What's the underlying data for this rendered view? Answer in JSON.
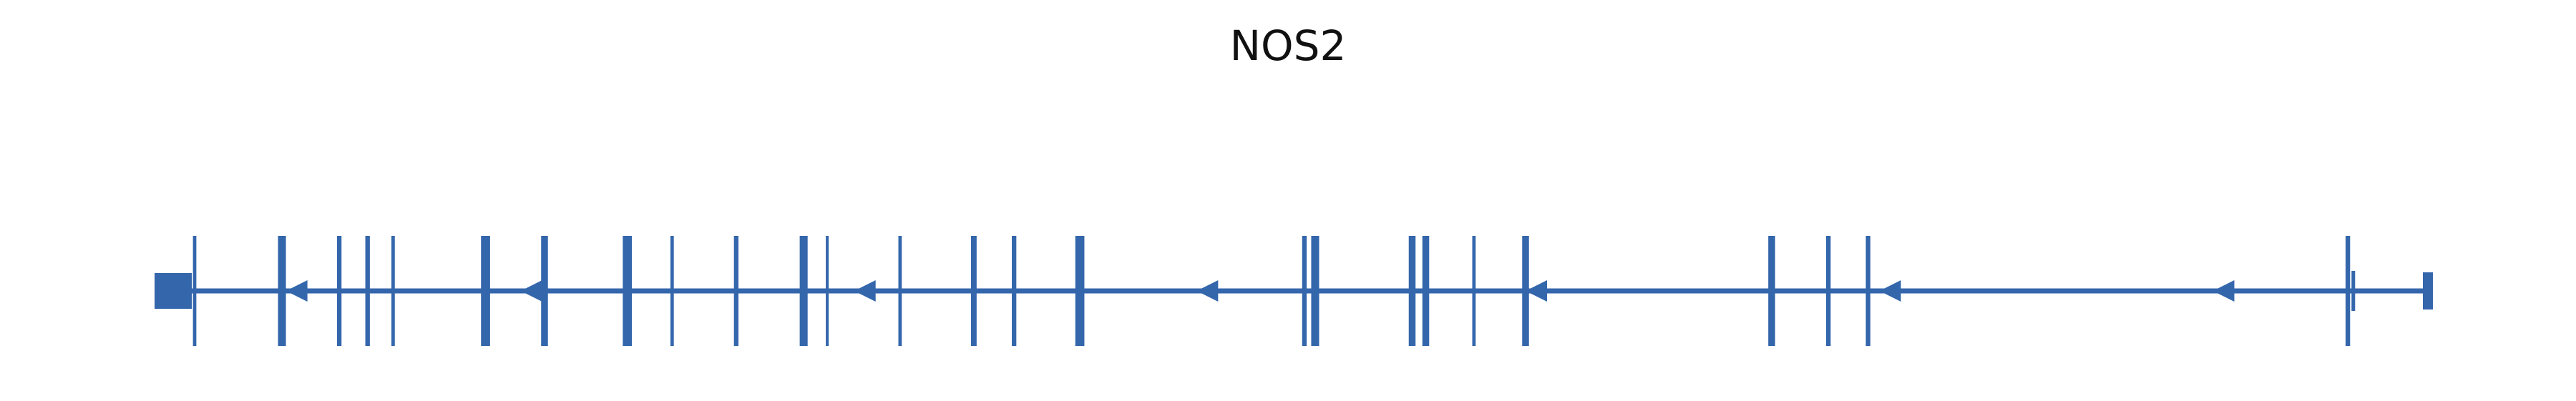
{
  "title": "NOS2",
  "colors": {
    "feature": "#3466ac",
    "background": "#ffffff",
    "text": "#111111"
  },
  "gene_model": {
    "strand": "-",
    "span": [
      0,
      1000
    ],
    "intron_line": [
      0,
      1000
    ],
    "utr_blocks": [
      {
        "start": 0,
        "end": 12
      }
    ],
    "exons": [
      {
        "start": 12.5,
        "end": 14.0
      },
      {
        "start": 50.0,
        "end": 53.5
      },
      {
        "start": 76.0,
        "end": 78.0
      },
      {
        "start": 88.5,
        "end": 90.5
      },
      {
        "start": 100.0,
        "end": 101.5
      },
      {
        "start": 139.5,
        "end": 143.5
      },
      {
        "start": 166.0,
        "end": 169.0
      },
      {
        "start": 202.0,
        "end": 206.0
      },
      {
        "start": 223.0,
        "end": 224.5
      },
      {
        "start": 251.0,
        "end": 253.0
      },
      {
        "start": 280.0,
        "end": 283.5
      },
      {
        "start": 291.5,
        "end": 292.5
      },
      {
        "start": 323.5,
        "end": 325.0
      },
      {
        "start": 355.5,
        "end": 358.0
      },
      {
        "start": 373.5,
        "end": 375.5
      },
      {
        "start": 401.5,
        "end": 405.5
      },
      {
        "start": 501.5,
        "end": 503.5
      },
      {
        "start": 505.5,
        "end": 509.0
      },
      {
        "start": 548.5,
        "end": 551.5
      },
      {
        "start": 554.5,
        "end": 557.5
      },
      {
        "start": 576.5,
        "end": 578.0
      },
      {
        "start": 598.5,
        "end": 601.5
      },
      {
        "start": 707.0,
        "end": 710.0
      },
      {
        "start": 732.5,
        "end": 734.5
      },
      {
        "start": 750.0,
        "end": 752.0
      },
      {
        "start": 961.5,
        "end": 963.5
      }
    ],
    "small_marks": [
      {
        "pos": 963.5,
        "kind": "short"
      },
      {
        "pos": 1000,
        "kind": "end"
      }
    ],
    "direction_arrows": [
      53.5,
      157.0,
      304.0,
      455.0,
      600.0,
      756.0,
      903.0
    ]
  }
}
